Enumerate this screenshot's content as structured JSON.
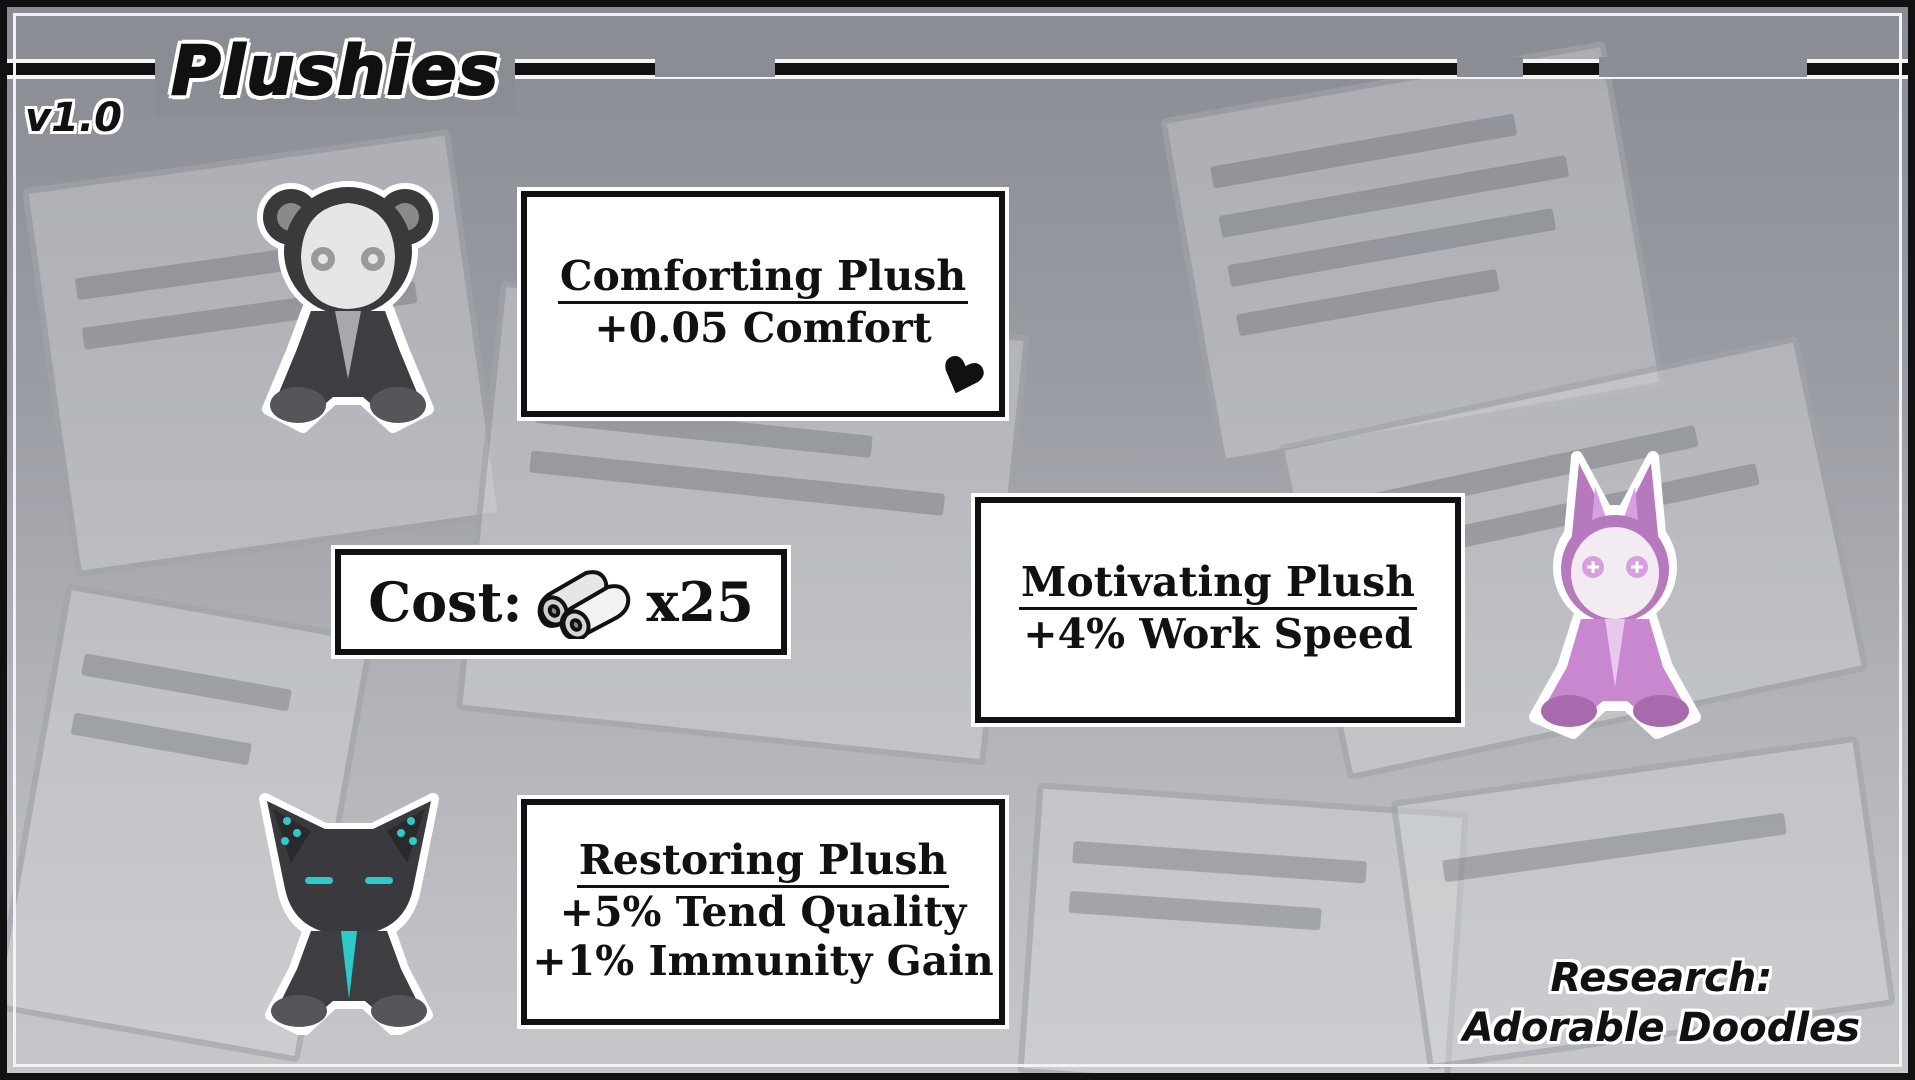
{
  "header": {
    "title": "Plushies",
    "version": "v1.0"
  },
  "cost": {
    "label": "Cost:",
    "icon": "cloth-roll-icon",
    "amount": "x25"
  },
  "plushies": [
    {
      "name": "Comforting Plush",
      "effects": [
        "+0.05 Comfort"
      ],
      "icon": "heart-icon",
      "color": "#9a9a9a"
    },
    {
      "name": "Motivating Plush",
      "effects": [
        "+4% Work Speed"
      ],
      "color": "#c98ad0"
    },
    {
      "name": "Restoring Plush",
      "effects": [
        "+5% Tend Quality",
        "+1% Immunity Gain"
      ],
      "color": "#2ec9c9"
    }
  ],
  "research": {
    "label": "Research:",
    "name": "Adorable Doodles"
  }
}
